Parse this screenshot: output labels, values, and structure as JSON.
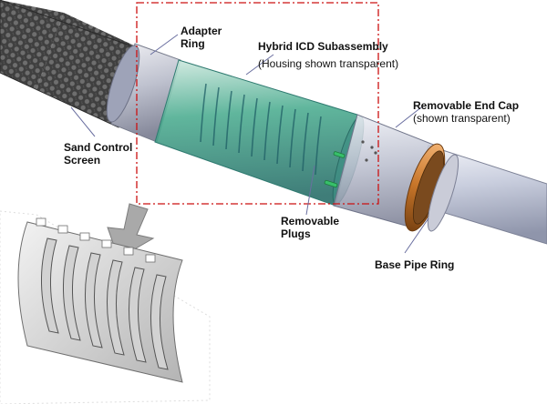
{
  "labels": {
    "sand_control_screen": [
      "Sand Control",
      "Screen"
    ],
    "adapter_ring": [
      "Adapter",
      "Ring"
    ],
    "hybrid_icd_title": "Hybrid ICD Subassembly",
    "hybrid_icd_note": "(Housing shown transparent)",
    "end_cap_title": "Removable End Cap",
    "end_cap_note": "(shown transparent)",
    "removable_plugs": [
      "Removable",
      "Plugs"
    ],
    "base_pipe_ring": "Base Pipe Ring"
  },
  "colors": {
    "highlight_box": "#cc1111",
    "housing_tint": "#3aa58c",
    "end_cap_ring": "#c8762a",
    "base_pipe": "#d8dce8",
    "screen_mesh": "#4a4a4a"
  }
}
